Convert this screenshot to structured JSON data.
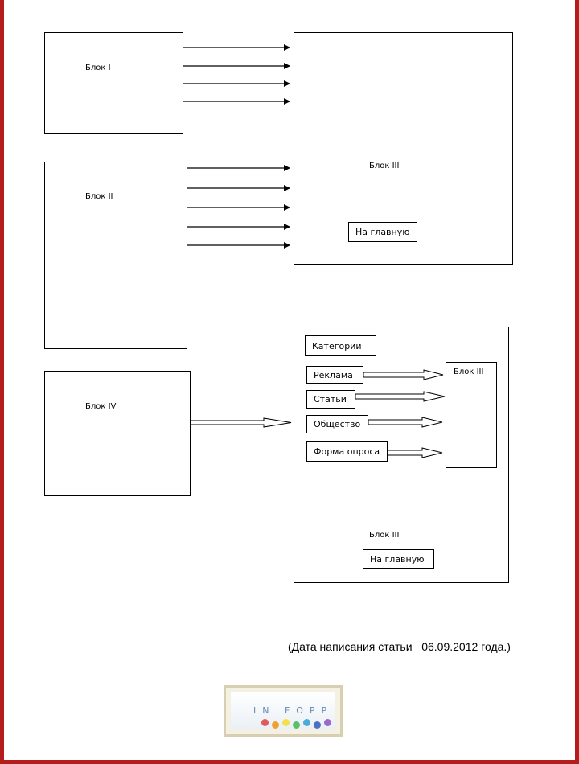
{
  "diagram": {
    "block1_label": "Блок I",
    "block2_label": "Блок II",
    "block3_label": "Блок III",
    "block4_label": "Блок IV",
    "home_button_top": "На главную",
    "menu_items": [
      "Категории",
      "Реклама",
      "Статьи",
      "Общество",
      "Форма опроса"
    ],
    "inner_block3_label": "Блок III",
    "lower_block3_label": "Блок III",
    "home_button_bottom": "На главную"
  },
  "caption": {
    "text": "(Дата написания статьи   06.09.2012 года.)"
  },
  "logo": {
    "text": "IN FOPP",
    "dot_colors": [
      "#e05a5a",
      "#f0a030",
      "#f5e04a",
      "#5cc06a",
      "#4aaad8",
      "#4a70c8",
      "#9a6ac8"
    ]
  },
  "colors": {
    "border_accent": "#b51c1c"
  }
}
